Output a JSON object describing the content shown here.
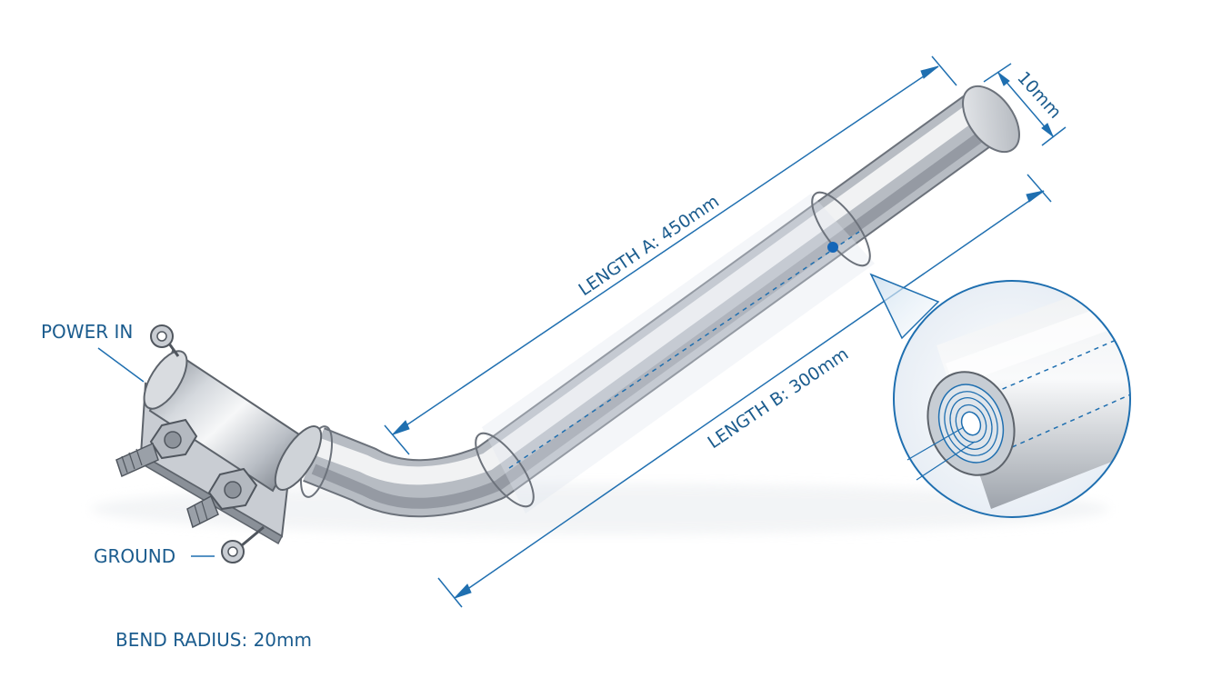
{
  "labels": {
    "length_a": "LENGTH A: 450mm",
    "length_b": "LENGTH B: 300mm",
    "diameter": "10mm",
    "power_in": "POWER IN",
    "ground": "GROUND",
    "bend_radius": "BEND RADIUS: 20mm"
  },
  "colors": {
    "annotation": "#1b5c8e",
    "dimension_line": "#1f6fb0",
    "accent_dot": "#1466b8",
    "metal_light": "#f4f5f7",
    "metal_mid": "#c4c8cf",
    "metal_dark": "#7d838c"
  }
}
